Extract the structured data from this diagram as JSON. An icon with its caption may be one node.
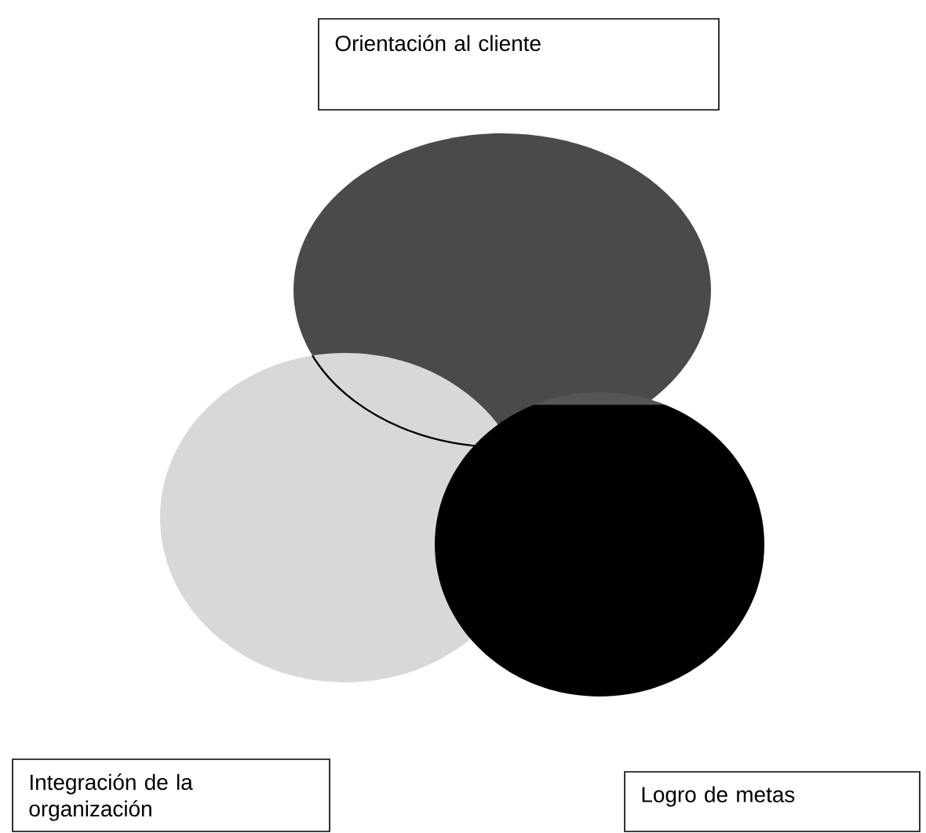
{
  "diagram": {
    "nodes": [
      {
        "text": [
          "Orientación al cliente"
        ]
      },
      {
        "text": [
          "Integración de la organización"
        ]
      },
      {
        "text": [
          "Logro de metas"
        ]
      }
    ]
  }
}
